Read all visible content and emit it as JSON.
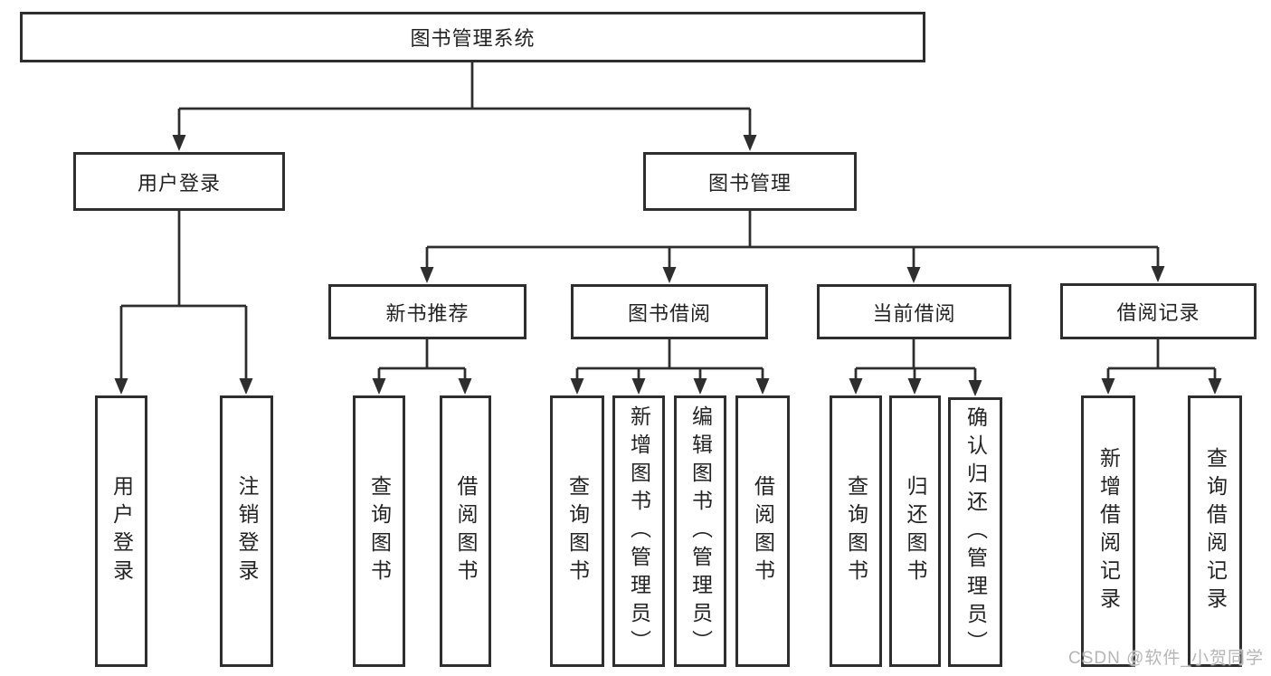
{
  "diagram": {
    "root": {
      "label": "图书管理系统",
      "children": [
        {
          "label": "用户登录",
          "children": [
            {
              "label": "用户登录"
            },
            {
              "label": "注销登录"
            }
          ]
        },
        {
          "label": "图书管理",
          "children": [
            {
              "label": "新书推荐",
              "children": [
                {
                  "label": "查询图书"
                },
                {
                  "label": "借阅图书"
                }
              ]
            },
            {
              "label": "图书借阅",
              "children": [
                {
                  "label": "查询图书"
                },
                {
                  "label": "新增图书（管理员）"
                },
                {
                  "label": "编辑图书（管理员）"
                },
                {
                  "label": "借阅图书"
                }
              ]
            },
            {
              "label": "当前借阅",
              "children": [
                {
                  "label": "查询图书"
                },
                {
                  "label": "归还图书"
                },
                {
                  "label": "确认归还（管理员）"
                }
              ]
            },
            {
              "label": "借阅记录",
              "children": [
                {
                  "label": "新增借阅记录"
                },
                {
                  "label": "查询借阅记录"
                }
              ]
            }
          ]
        }
      ]
    }
  },
  "watermark": {
    "text": "CSDN @软件_小贺同学",
    "color": "#b2b2b2"
  },
  "colors": {
    "line": "#2e2e2e",
    "box_border": "#2e2e2e",
    "text": "#232323",
    "background": "#ffffff"
  }
}
